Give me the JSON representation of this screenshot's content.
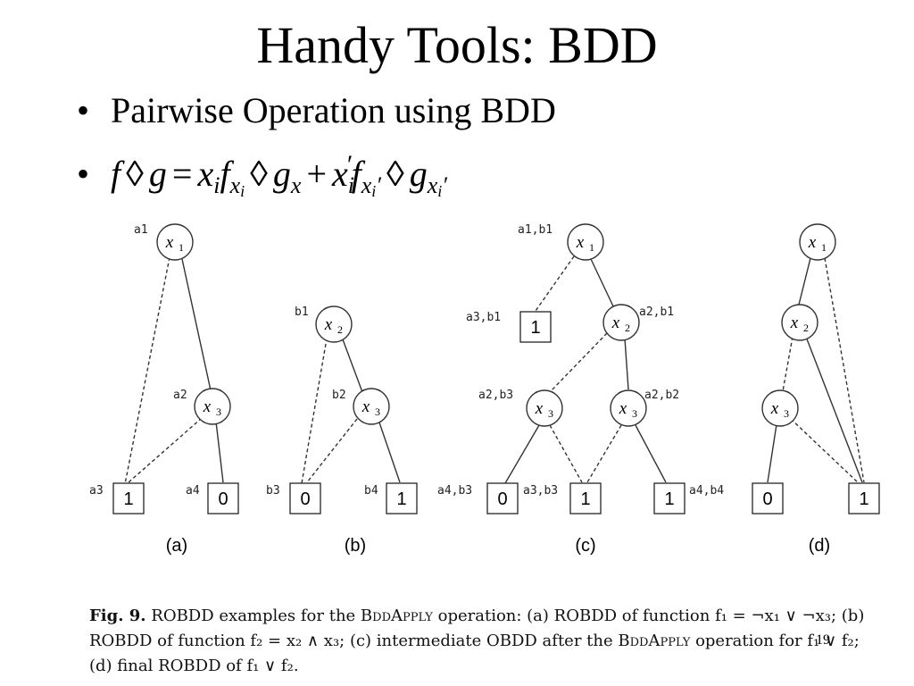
{
  "slide": {
    "title": "Handy Tools: BDD",
    "bullets": [
      {
        "bullet": "•",
        "text": "Pairwise Operation using BDD"
      }
    ],
    "formula": {
      "bullet": "•",
      "parts": [
        "f",
        "◊",
        "g",
        "=",
        "x",
        "i",
        "f",
        "x",
        "i",
        "◊",
        "g",
        "x",
        "+",
        "x",
        "i",
        "′",
        "f",
        "x",
        "i",
        "′",
        "◊",
        "g",
        "x",
        "i",
        "′"
      ]
    },
    "page_number": "19"
  },
  "diagram": {
    "panels": [
      {
        "label": "(a)",
        "nodes": [
          {
            "id": "a1",
            "var": "x",
            "sub": "1",
            "annotation": "a1"
          },
          {
            "id": "a2",
            "var": "x",
            "sub": "3",
            "annotation": "a2"
          }
        ],
        "terminals": [
          {
            "id": "a3",
            "value": "1",
            "annotation": "a3"
          },
          {
            "id": "a4",
            "value": "0",
            "annotation": "a4"
          }
        ]
      },
      {
        "label": "(b)",
        "nodes": [
          {
            "id": "b1",
            "var": "x",
            "sub": "2",
            "annotation": "b1"
          },
          {
            "id": "b2",
            "var": "x",
            "sub": "3",
            "annotation": "b2"
          }
        ],
        "terminals": [
          {
            "id": "b3",
            "value": "0",
            "annotation": "b3"
          },
          {
            "id": "b4",
            "value": "1",
            "annotation": "b4"
          }
        ]
      },
      {
        "label": "(c)",
        "nodes": [
          {
            "id": "c1",
            "var": "x",
            "sub": "1",
            "annotation": "a1,b1"
          },
          {
            "id": "c2",
            "var": "x",
            "sub": "2",
            "annotation": "a2,b1"
          },
          {
            "id": "c3",
            "var": "x",
            "sub": "3",
            "annotation": "a2,b3"
          },
          {
            "id": "c4",
            "var": "x",
            "sub": "3",
            "annotation": "a2,b2"
          }
        ],
        "terminals": [
          {
            "id": "c5",
            "value": "1",
            "annotation": "a3,b1"
          },
          {
            "id": "c6",
            "value": "0",
            "annotation": "a4,b3"
          },
          {
            "id": "c7",
            "value": "1",
            "annotation": "a3,b3"
          },
          {
            "id": "c8",
            "value": "1",
            "annotation": "a4,b4"
          }
        ]
      },
      {
        "label": "(d)",
        "nodes": [
          {
            "id": "d1",
            "var": "x",
            "sub": "1",
            "annotation": ""
          },
          {
            "id": "d2",
            "var": "x",
            "sub": "2",
            "annotation": ""
          },
          {
            "id": "d3",
            "var": "x",
            "sub": "3",
            "annotation": ""
          }
        ],
        "terminals": [
          {
            "id": "d4",
            "value": "0",
            "annotation": ""
          },
          {
            "id": "d5",
            "value": "1",
            "annotation": ""
          }
        ]
      }
    ]
  },
  "caption": {
    "fig_label": "Fig. 9.",
    "text_1": "ROBDD examples for the",
    "op_name": "BddApply",
    "text_2": "operation: (a) ROBDD of function f₁ = ¬x₁ ∨ ¬x₃; (b) ROBDD of function f₂ = x₂ ∧ x₃; (c) intermediate OBDD after the",
    "text_3": "operation for f₁ ∨ f₂; (d) final ROBDD of f₁ ∨ f₂."
  }
}
